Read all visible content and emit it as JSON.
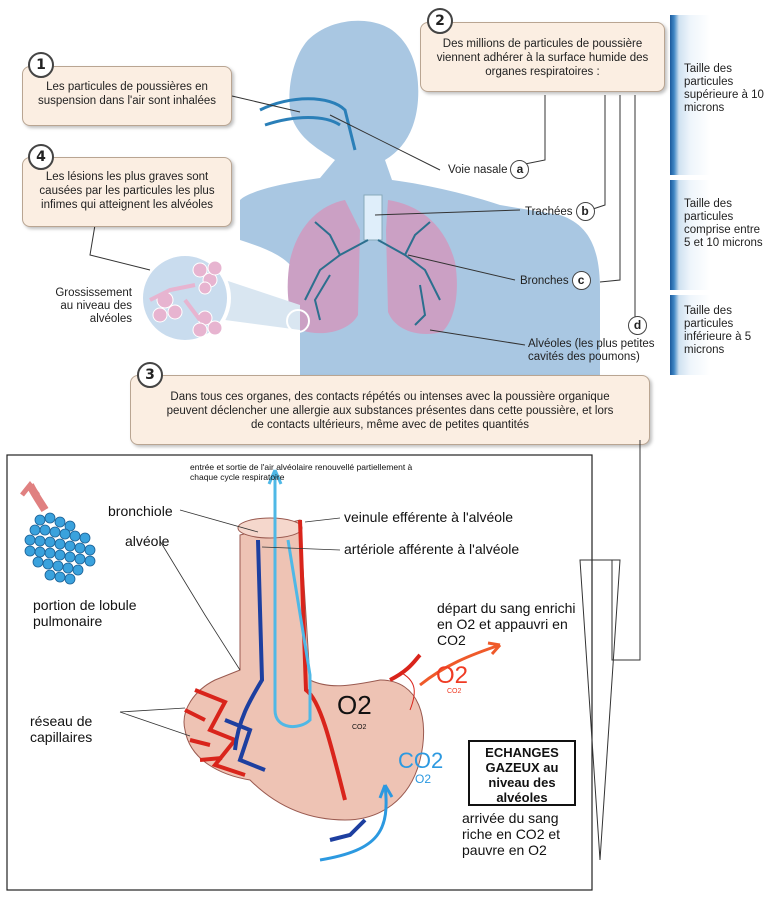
{
  "top": {
    "box1": "Les particules de poussières en suspension dans l'air sont inhalées",
    "box2": "Des millions de particules de poussière viennent adhérer à la surface humide des organes respiratoires :",
    "box3": "Dans tous ces organes, des contacts répétés ou intenses avec la poussière organique peuvent déclencher une allergie aux substances présentes dans cette poussière, et lors de contacts ultérieurs, même avec de petites quantités",
    "box4": "Les lésions les plus graves sont causées par les particules les plus infimes qui atteignent les alvéoles",
    "n1": "1",
    "n2": "2",
    "n3": "3",
    "n4": "4",
    "voie_nasale": "Voie nasale",
    "trachees": "Trachées",
    "bronches": "Bronches",
    "alveoles": "Alvéoles (les plus petites cavités des poumons)",
    "la": "a",
    "lb": "b",
    "lc": "c",
    "ld": "d",
    "grossissement": "Grossissement au niveau des alvéoles",
    "taille1": "Taille des particules supérieure à 10 microns",
    "taille2": "Taille des particules comprise entre 5 et 10 microns",
    "taille3": "Taille des particules inférieure à 5 microns"
  },
  "schema": {
    "entree": "entrée et sortie de l'air alvéolaire renouvellé partiellement à chaque cycle respiratoire",
    "bronchiole": "bronchiole",
    "alveole": "alvéole",
    "portion": "portion de lobule pulmonaire",
    "veinule": "veinule efférente à l'alvéole",
    "arteriole": "artériole afférente à l'alvéole",
    "depart": "départ du sang enrichi en O2 et appauvri en CO2",
    "reseau": "réseau de capillaires",
    "o2_big": "O2",
    "co2_small": "CO2",
    "o2_red": "O2",
    "co2_red": "CO2",
    "co2_blue": "CO2",
    "o2_blue": "O2",
    "echanges": "ECHANGES GAZEUX au niveau des alvéoles",
    "arrivee": "arrivée du sang riche en CO2 et pauvre en O2"
  },
  "colors": {
    "body": "#a9c7e2",
    "lung": "#cba0c4",
    "band": "#2f73b5",
    "box": "#fbeee2",
    "artery": "#d9241b",
    "vein": "#1d3fa0",
    "air": "#4fb8e6"
  }
}
